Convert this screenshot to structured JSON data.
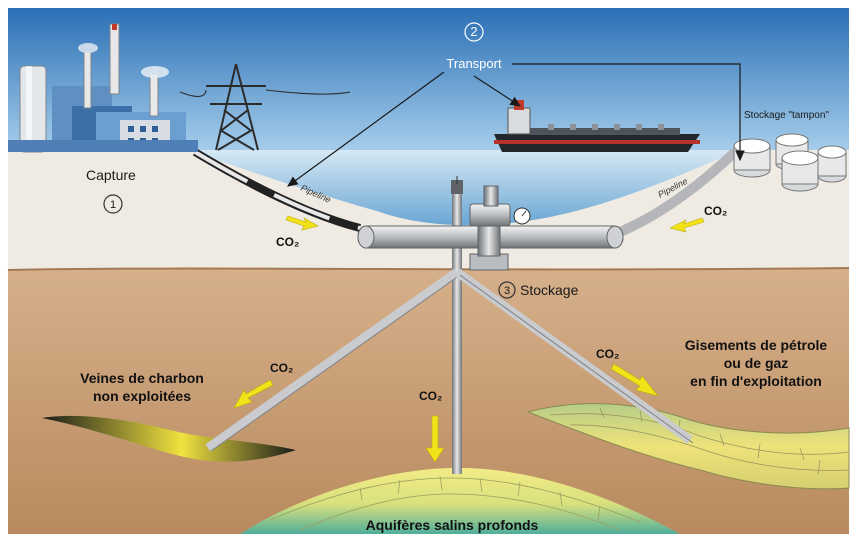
{
  "steps": {
    "capture": {
      "label": "Capture",
      "number": "1"
    },
    "transport": {
      "label": "Transport",
      "number": "2"
    },
    "stockage": {
      "label": "Stockage",
      "number": "3"
    }
  },
  "buffer_storage_label": "Stockage \"tampon\"",
  "pipeline_label": "Pipeline",
  "co2_label": "CO₂",
  "reservoirs": {
    "coal_line1": "Veines de charbon",
    "coal_line2": "non exploitées",
    "oil_line1": "Gisements de pétrole",
    "oil_line2": "ou de gaz",
    "oil_line3": "en fin d'exploitation",
    "aquifer": "Aquifères salins profonds"
  },
  "colors": {
    "sky_top": "#2a73b8",
    "sky_bottom": "#9cc6e6",
    "sea": "#a9cde8",
    "ground_surface": "#efebe3",
    "subsoil": "#c69c72",
    "arrow_yellow": "#f2e21a",
    "reservoir_yellow": "#e8e07a",
    "reservoir_green": "#5cb39a"
  }
}
